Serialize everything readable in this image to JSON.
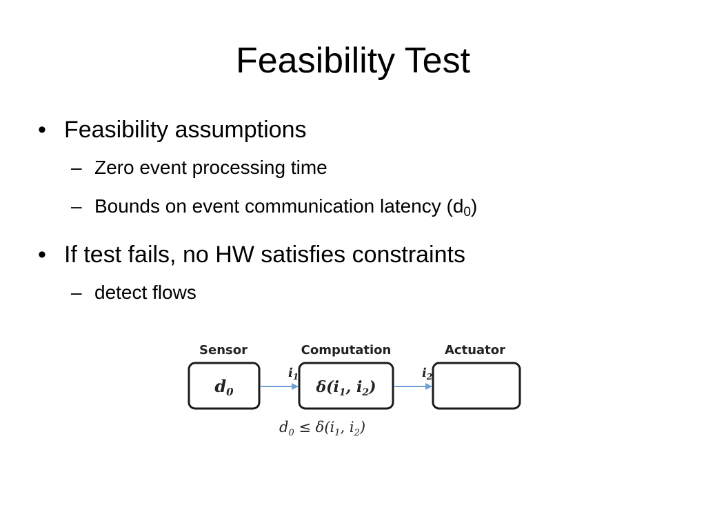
{
  "slide": {
    "title": "Feasibility Test",
    "bullets": [
      {
        "text": "Feasibility assumptions",
        "subitems": [
          {
            "text": "Zero event processing time"
          },
          {
            "text": "Bounds on event communication latency   (d",
            "sub": "0",
            "suffix": ")"
          }
        ]
      },
      {
        "text": "If test fails, no HW satisfies constraints",
        "subitems": [
          {
            "text": " detect flows"
          }
        ]
      }
    ],
    "bullet_glyph": "•",
    "dash_glyph": "–"
  },
  "diagram": {
    "labels": {
      "sensor": "Sensor",
      "computation": "Computation",
      "actuator": "Actuator"
    },
    "sensor_content": {
      "base": "d",
      "sub": "0"
    },
    "computation_content": {
      "prefix": "δ(i",
      "sub1": "1",
      "mid": ", i",
      "sub2": "2",
      "suffix": ")"
    },
    "input_label_1": {
      "base": "i",
      "sub": "1"
    },
    "input_label_2": {
      "base": "i",
      "sub": "2"
    },
    "constraint": {
      "d": "d",
      "d_sub": "0",
      "rel": " ≤ δ(i",
      "i1_sub": "1",
      "sep": ", i",
      "i2_sub": "2",
      "close": ")"
    },
    "colors": {
      "arrow": "#6fa0d6",
      "box_stroke": "#1a1a1a"
    }
  }
}
